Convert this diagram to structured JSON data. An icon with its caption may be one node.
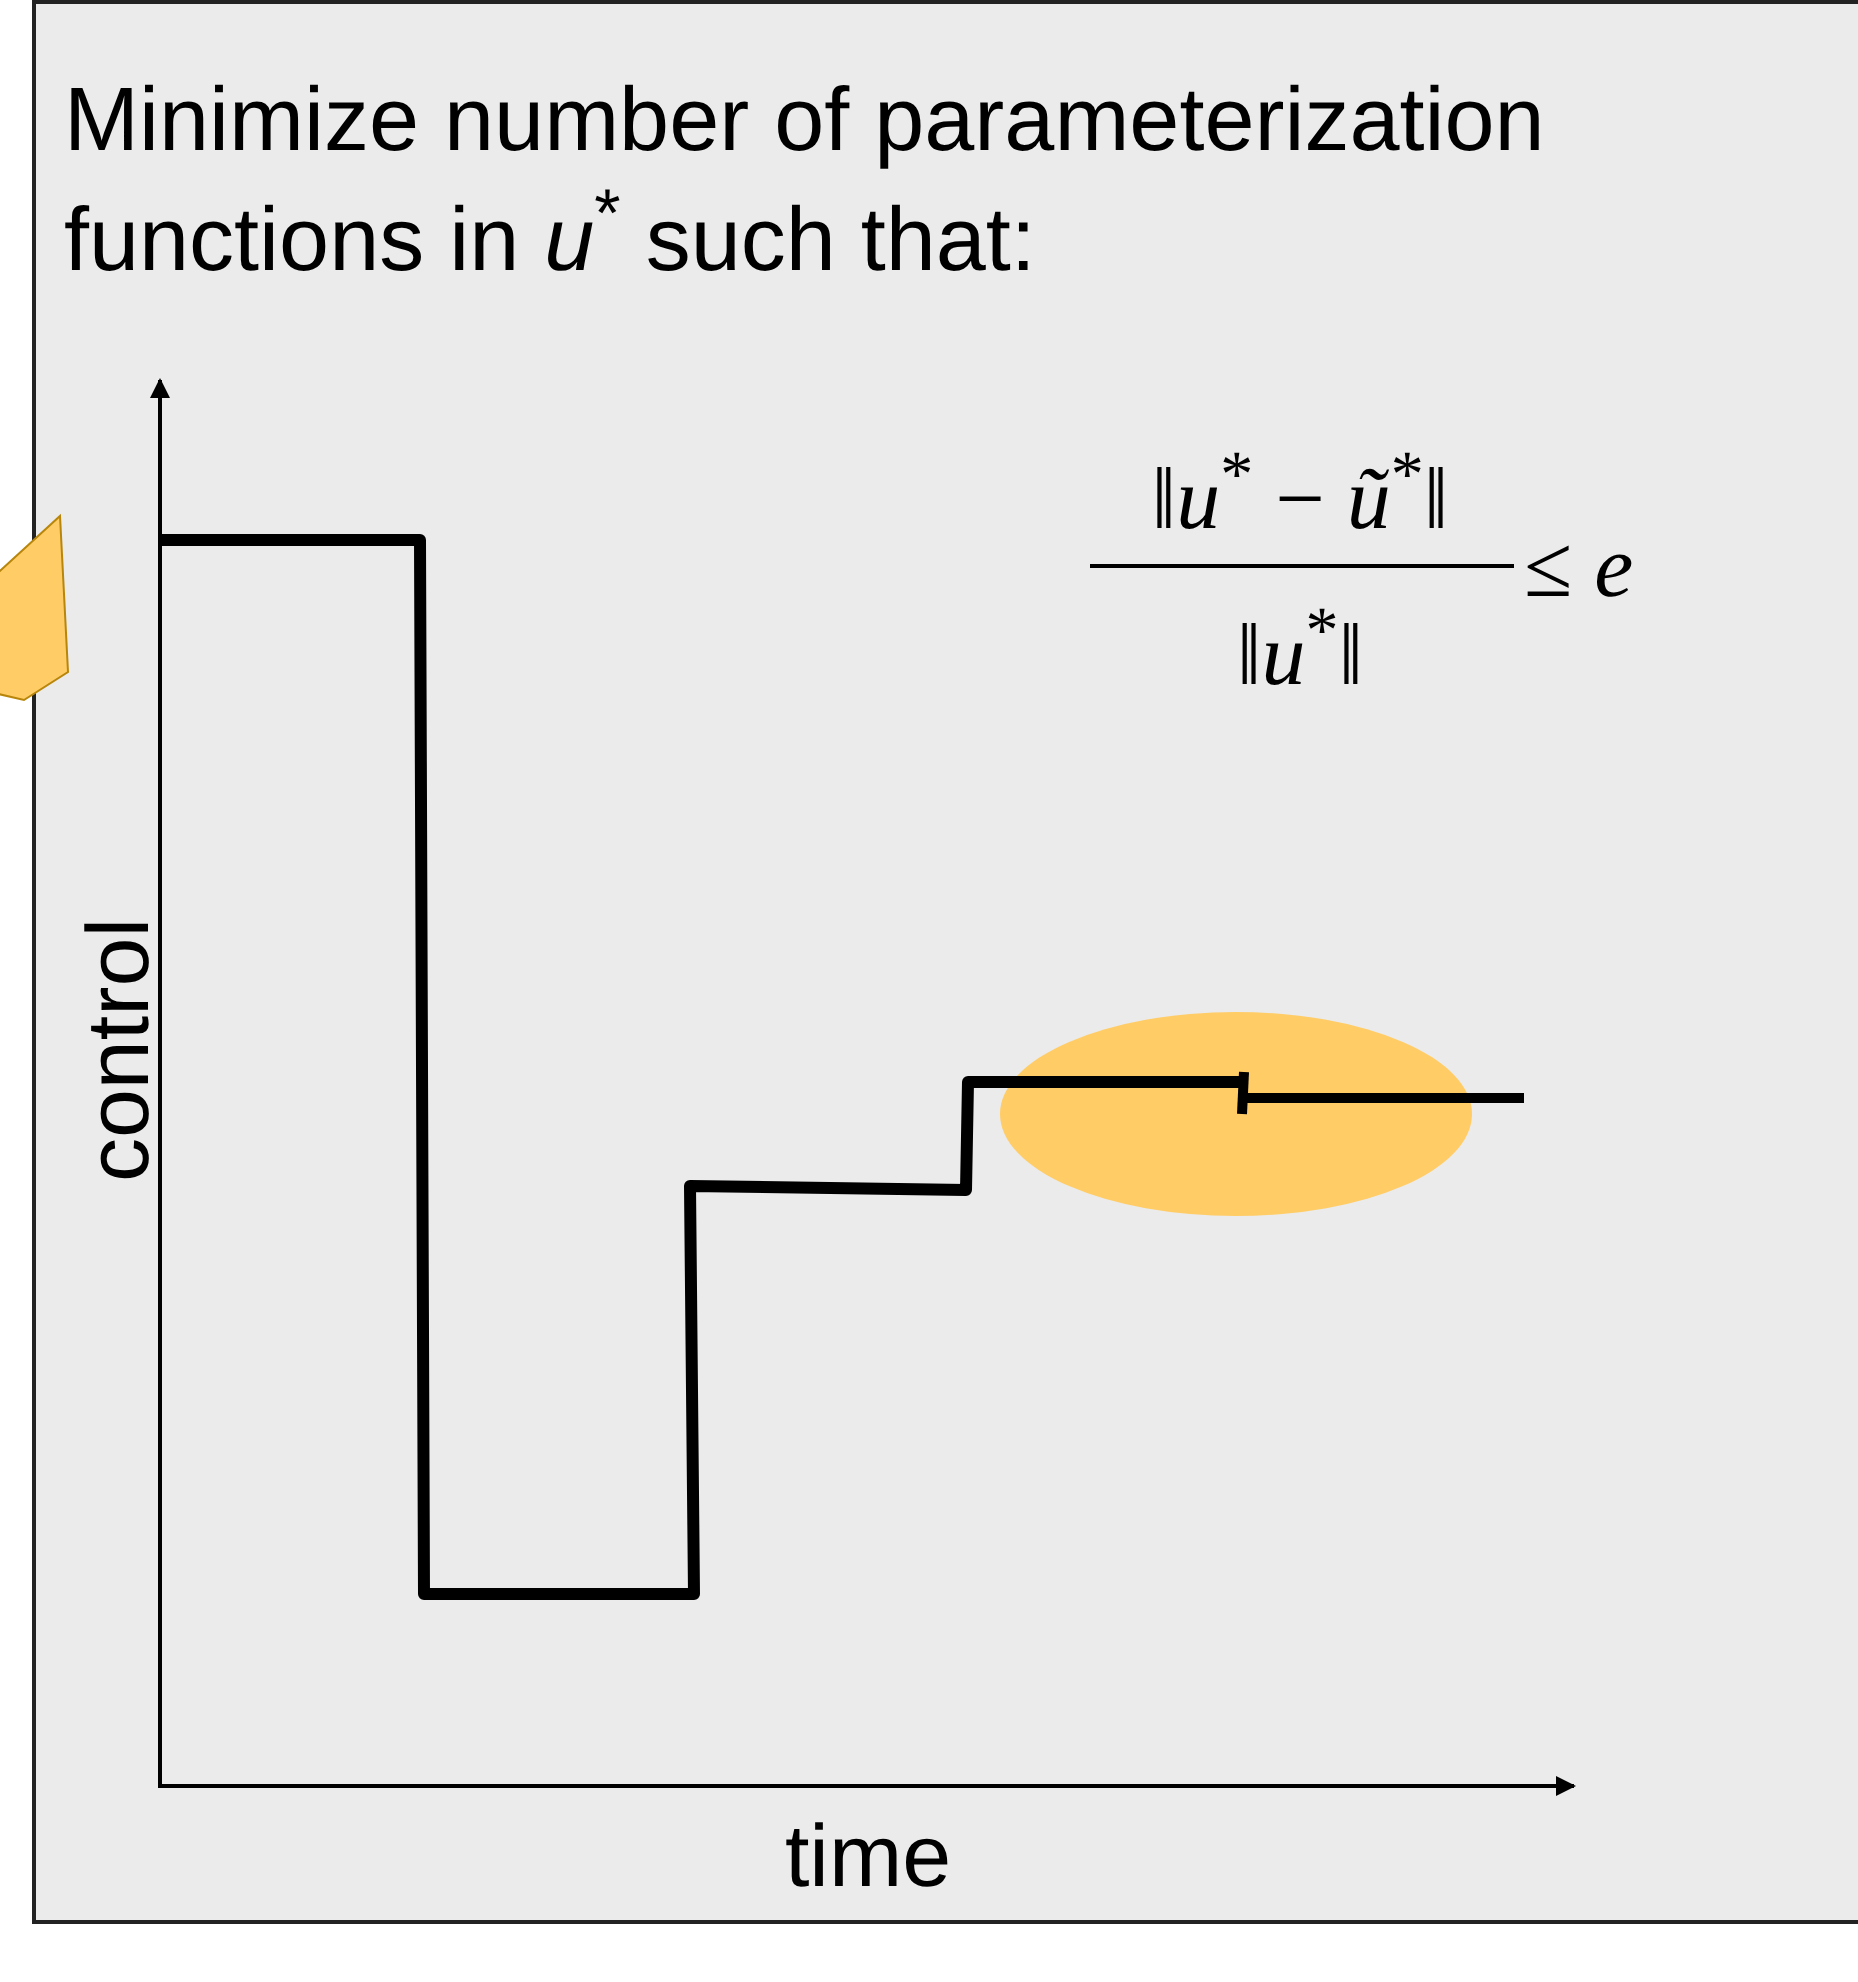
{
  "diagram": {
    "title": "Minimize number of parameterization functions in *u*$^{*}$ such that:",
    "labels": [
      "‖*u*$^{*}$ − *ũ*$^{*}$‖",
      "‖*u*$^{*}$‖",
      "≤ *e*",
      "control",
      "time"
    ]
  }
}
